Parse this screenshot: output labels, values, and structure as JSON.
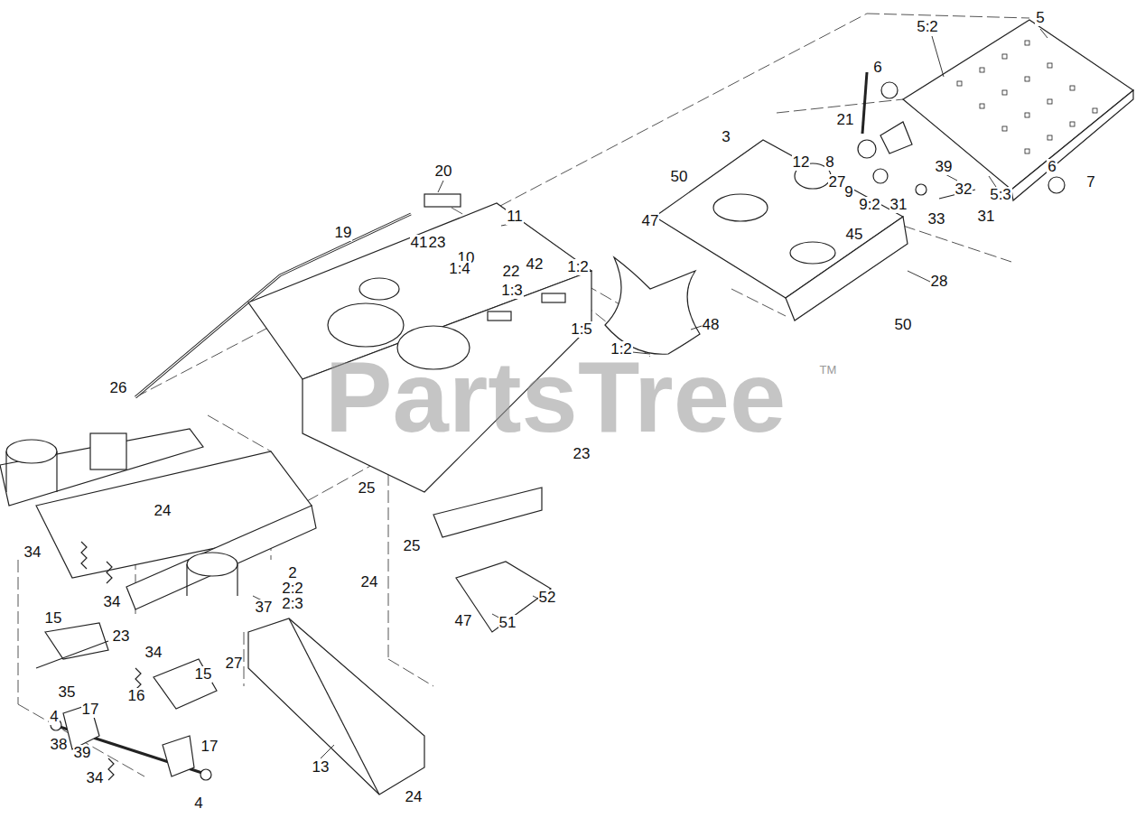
{
  "diagram": {
    "labels": [
      "5:2",
      "5",
      "6",
      "21",
      "3",
      "12",
      "8",
      "27",
      "9",
      "39",
      "9:2",
      "31",
      "32",
      "5:3",
      "6",
      "7",
      "33",
      "31",
      "50",
      "20",
      "41",
      "23",
      "11",
      "10",
      "22",
      "42",
      "19",
      "47",
      "1:2",
      "45",
      "28",
      "1:4",
      "1:3",
      "48",
      "1:5",
      "1:2",
      "50",
      "23",
      "26",
      "25",
      "24",
      "34",
      "24",
      "25",
      "2",
      "2:2",
      "2:3",
      "52",
      "34",
      "37",
      "47",
      "51",
      "15",
      "23",
      "34",
      "27",
      "35",
      "15",
      "4",
      "17",
      "16",
      "17",
      "38",
      "39",
      "34",
      "13",
      "24",
      "4",
      "PartsTree",
      "TM"
    ]
  }
}
